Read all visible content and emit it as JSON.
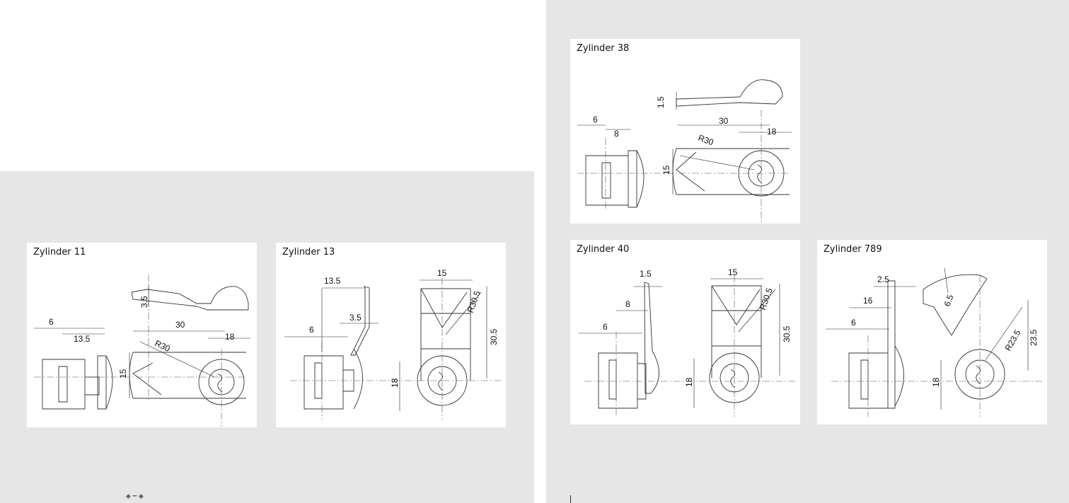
{
  "panels": [
    {
      "title": "Zylinder 11",
      "dims": [
        "6",
        "13.5",
        "3.5",
        "30",
        "18",
        "R30",
        "15"
      ]
    },
    {
      "title": "Zylinder 13",
      "dims": [
        "13.5",
        "6",
        "3.5",
        "15",
        "R30.5",
        "30.5",
        "18"
      ]
    },
    {
      "title": "Zylinder 38",
      "dims": [
        "1.5",
        "6",
        "8",
        "30",
        "18",
        "R30",
        "15"
      ]
    },
    {
      "title": "Zylinder 40",
      "dims": [
        "1.5",
        "8",
        "6",
        "15",
        "R30.5",
        "30.5",
        "18"
      ]
    },
    {
      "title": "Zylinder 789",
      "dims": [
        "2.5",
        "16",
        "6",
        "6.5",
        "23.5",
        "R23.5",
        "18"
      ]
    }
  ]
}
